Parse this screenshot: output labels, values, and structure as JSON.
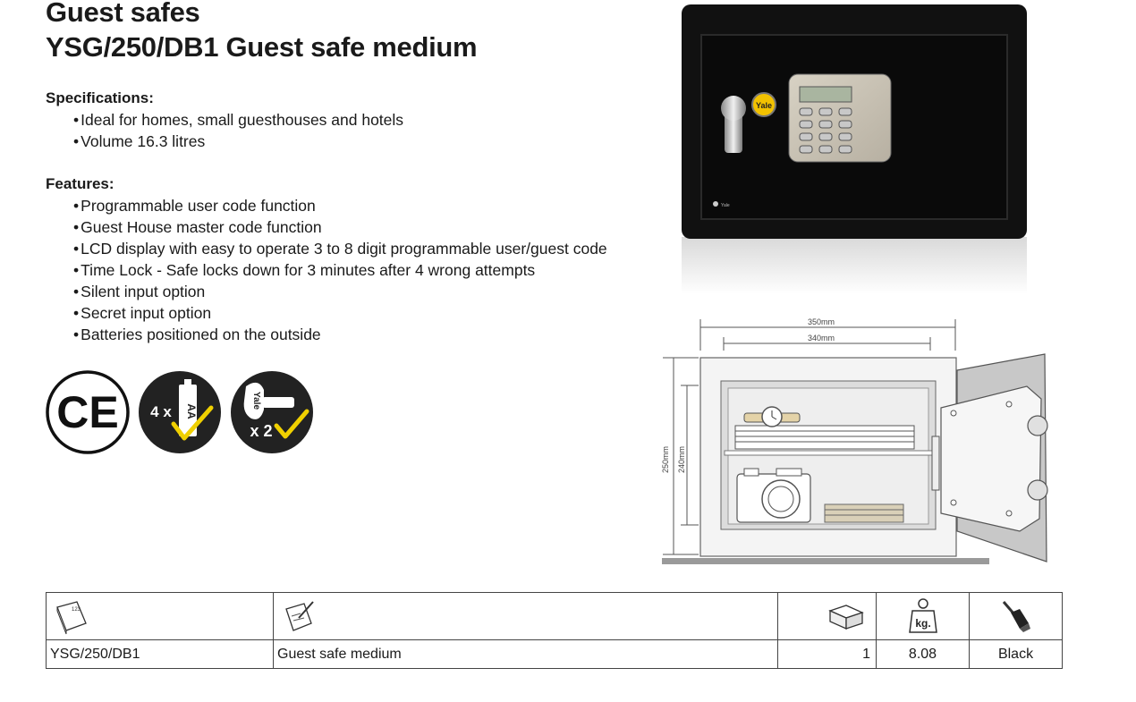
{
  "header": {
    "title": "Guest safes",
    "subtitle": "YSG/250/DB1 Guest safe medium"
  },
  "specifications": {
    "heading": "Specifications:",
    "items": [
      "Ideal for homes, small guesthouses and hotels",
      "Volume 16.3 litres"
    ]
  },
  "features": {
    "heading": "Features:",
    "items": [
      "Programmable user code function",
      "Guest House master code function",
      "LCD display with easy to operate 3 to 8 digit programmable user/guest code",
      "Time Lock - Safe locks down for 3 minutes after 4 wrong attempts",
      "Silent input option",
      "Secret input option",
      "Batteries positioned on the outside"
    ]
  },
  "badges": {
    "ce": "CE",
    "battery_count": "4 x",
    "battery_type": "AA",
    "key_brand": "Yale",
    "key_count": "x 2"
  },
  "product_photo": {
    "brand": "Yale",
    "corner_badge": "Yale"
  },
  "drawing": {
    "outer_width": "350mm",
    "inner_width": "340mm",
    "outer_height": "250mm",
    "inner_height": "240mm"
  },
  "table": {
    "header_icons": [
      "catalogue-icon",
      "description-icon",
      "package-icon",
      "weight-icon",
      "color-icon"
    ],
    "weight_icon_label": "kg.",
    "row": {
      "code": "YSG/250/DB1",
      "description": "Guest safe medium",
      "quantity": "1",
      "weight": "8.08",
      "color": "Black"
    }
  },
  "colors": {
    "safe_body": "#111111",
    "yale_yellow": "#f2c200",
    "check_yellow": "#f0d000"
  }
}
